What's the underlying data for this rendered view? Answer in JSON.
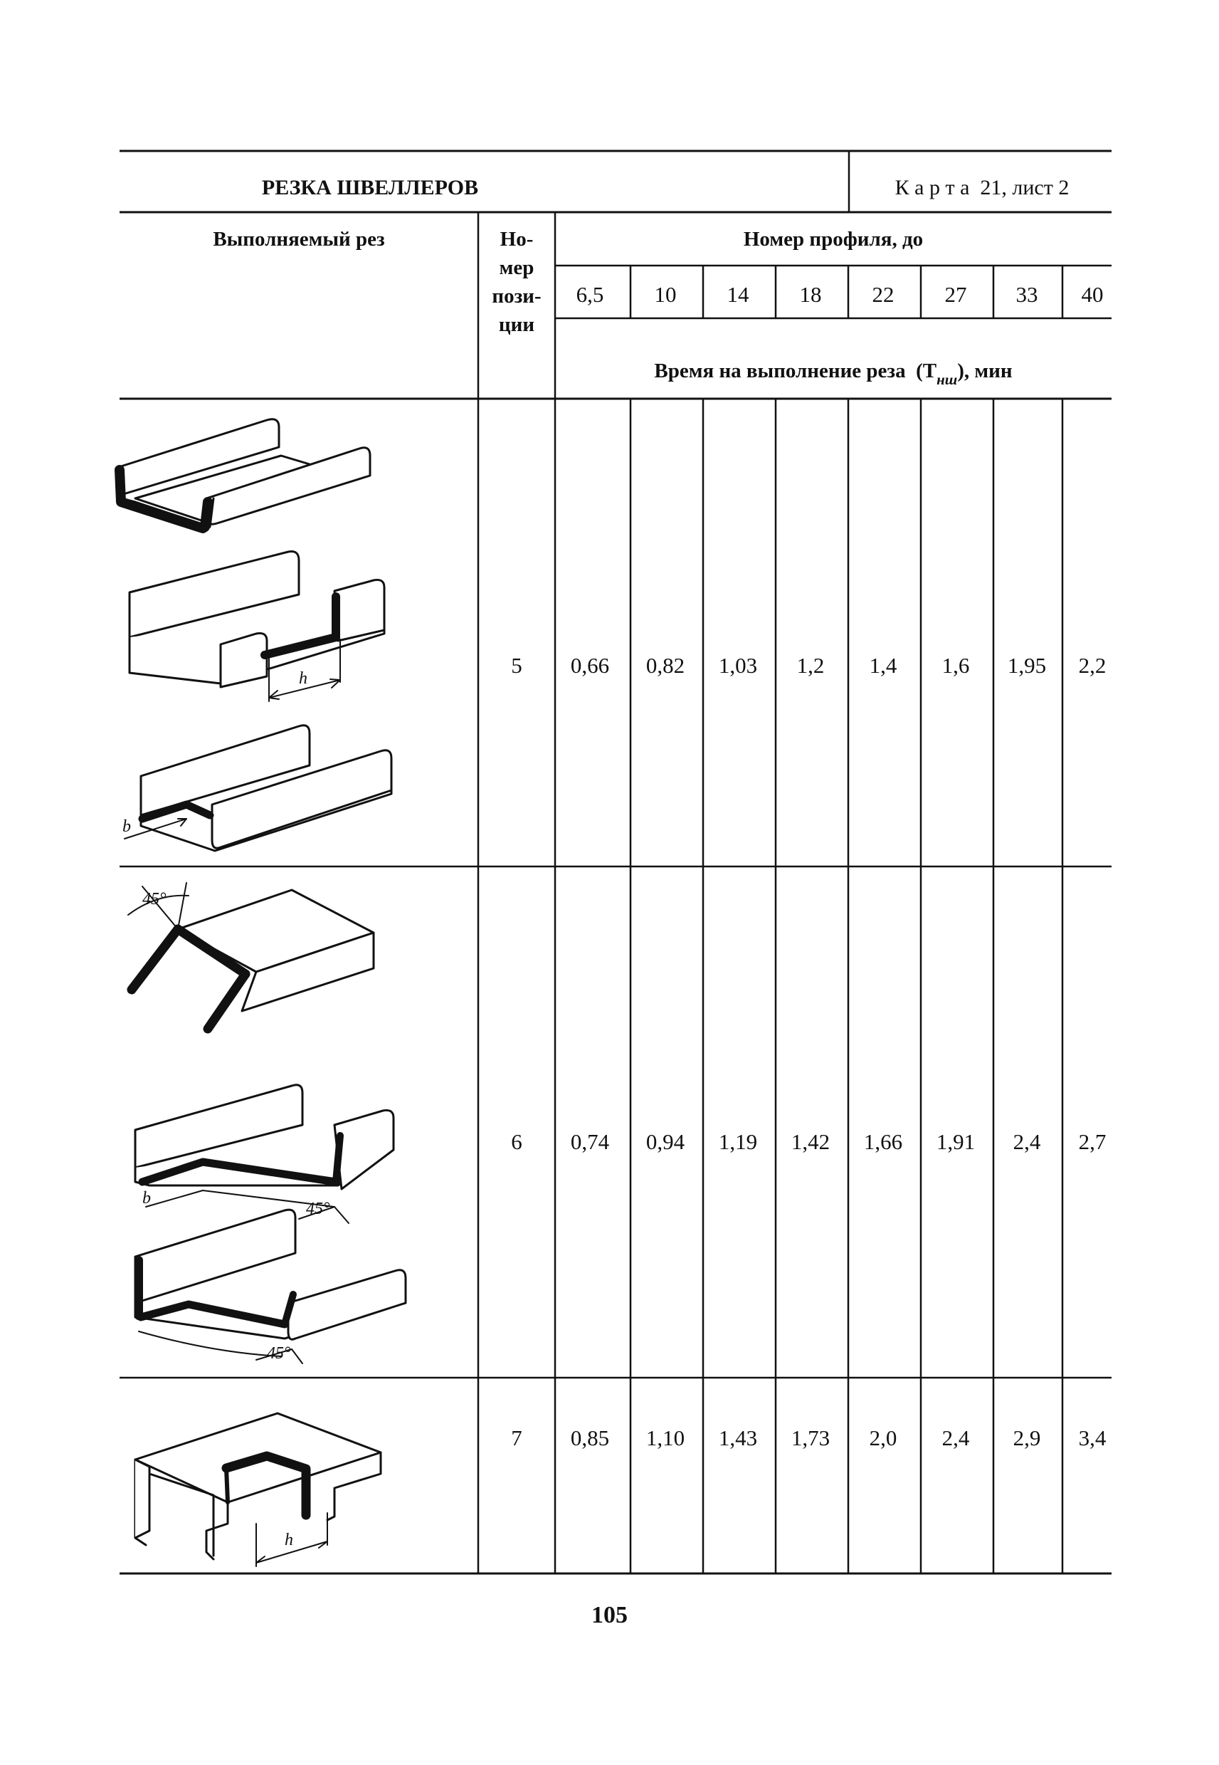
{
  "header": {
    "title": "РЕЗКА ШВЕЛЛЕРОВ",
    "card": "К а р т а  21, лист 2"
  },
  "columns": {
    "cut_label": "Выполняемый рез",
    "position_label": [
      "Но-",
      "мер",
      "пози-",
      "ции"
    ],
    "profile_label": "Номер профиля, до",
    "profiles": [
      "6,5",
      "10",
      "14",
      "18",
      "22",
      "27",
      "33",
      "40"
    ],
    "time_label_prefix": "Время на выполнение реза  (T",
    "time_label_sub": "нш",
    "time_label_suffix": "), мин"
  },
  "rows": [
    {
      "position": "5",
      "values": [
        "0,66",
        "0,82",
        "1,03",
        "1,2",
        "1,4",
        "1,6",
        "1,95",
        "2,2"
      ]
    },
    {
      "position": "6",
      "values": [
        "0,74",
        "0,94",
        "1,19",
        "1,42",
        "1,66",
        "1,91",
        "2,4",
        "2,7"
      ]
    },
    {
      "position": "7",
      "values": [
        "0,85",
        "1,10",
        "1,43",
        "1,73",
        "2,0",
        "2,4",
        "2,9",
        "3,4"
      ]
    }
  ],
  "drawing_labels": {
    "h": "h",
    "b": "b",
    "angle": "45°"
  },
  "page_number": "105"
}
